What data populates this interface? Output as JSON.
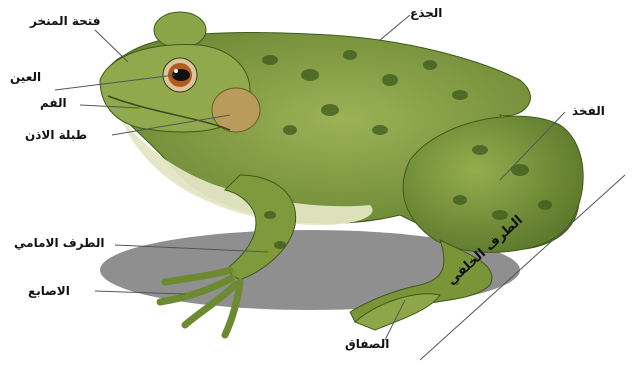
{
  "labels": {
    "nostril": "فتحة المنخر",
    "trunk": "الجذع",
    "eye": "العين",
    "mouth": "الفم",
    "eardrum": "طبلة الاذن",
    "thigh": "الفخذ",
    "forelimb": "الطرف الامامي",
    "fingers": "الاصابع",
    "web": "الصفاق",
    "hindlimb": "الطرف الخلفي"
  },
  "colors": {
    "skin": "#7f9a3c",
    "skin_dark": "#4f6b22",
    "belly": "#e6e8c8",
    "spots": "#3d5a1c",
    "eardrum": "#b89a5a"
  }
}
